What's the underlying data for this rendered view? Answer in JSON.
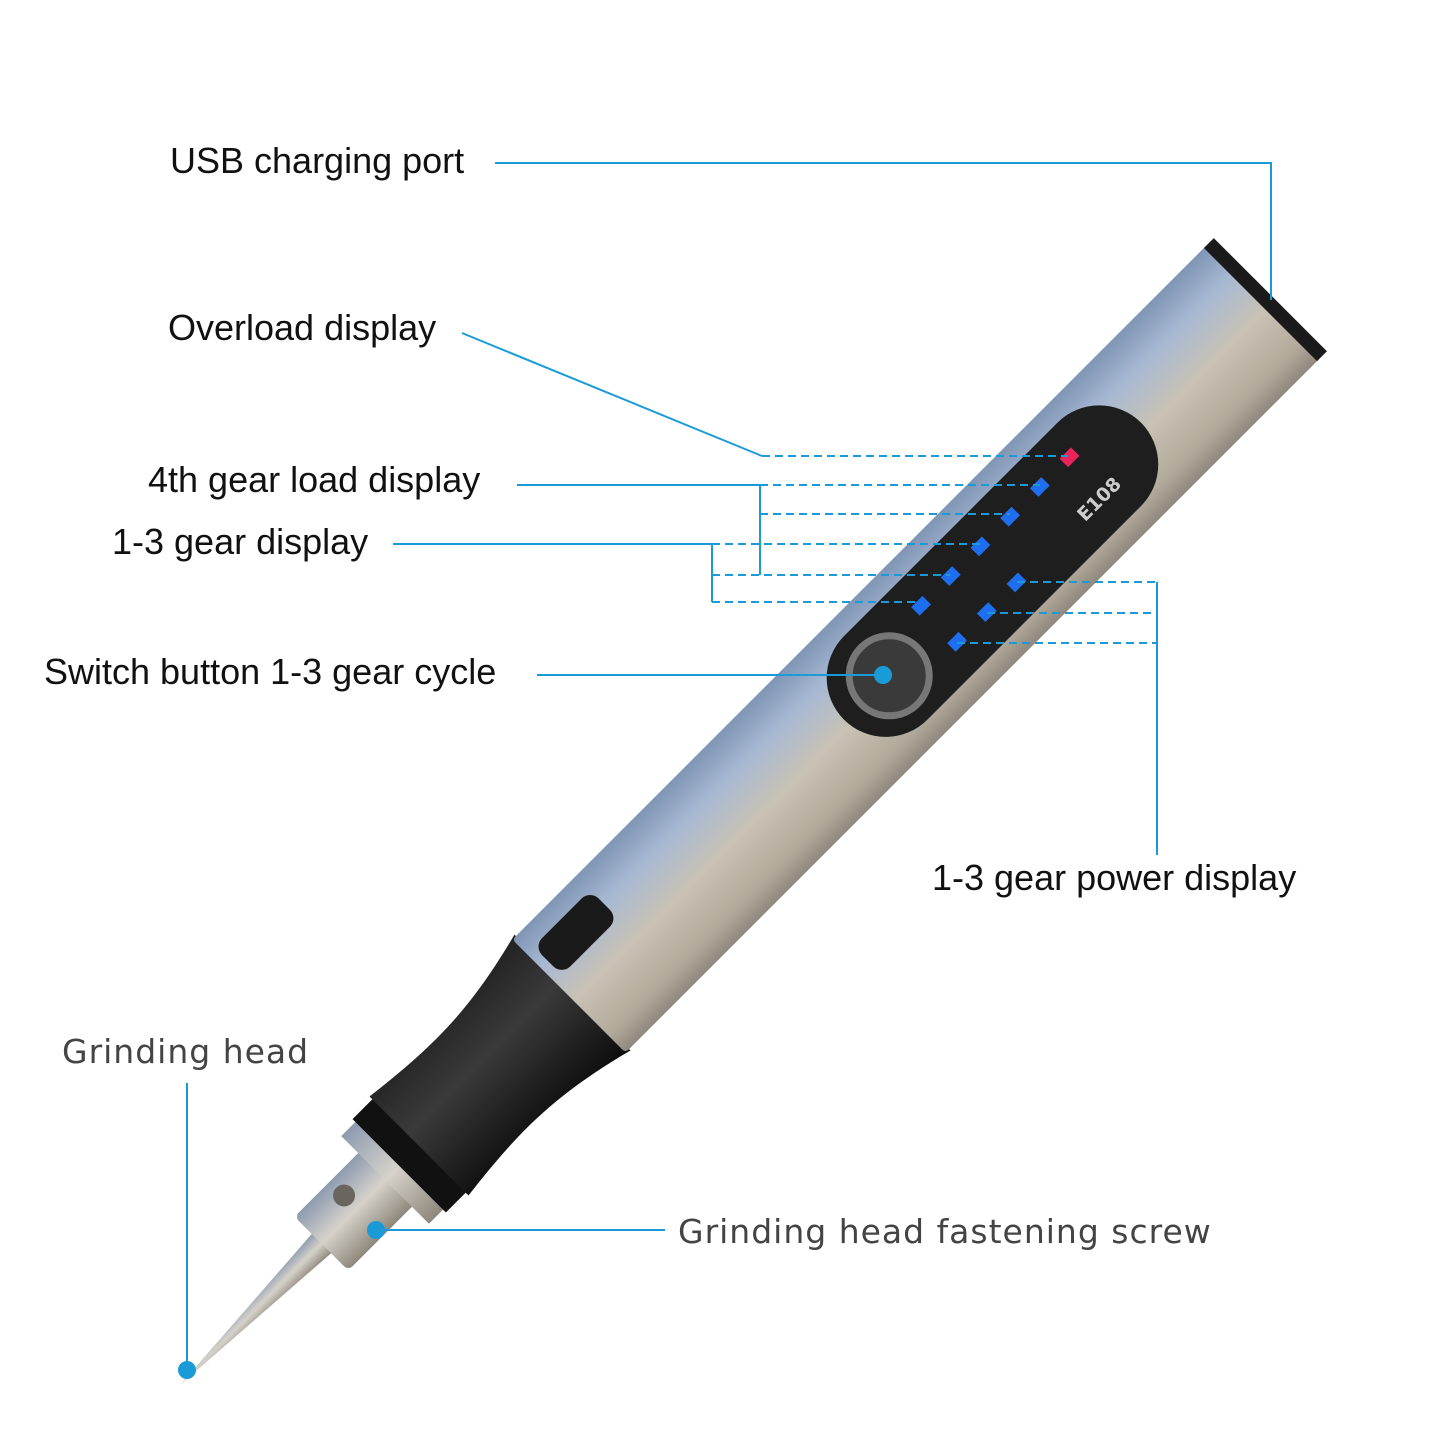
{
  "labels": {
    "usb": "USB charging port",
    "overload": "Overload display",
    "gear4": "4th gear load display",
    "gear13": "1-3 gear display",
    "switch": "Switch button 1-3 gear cycle",
    "power": "1-3 gear power display",
    "head": "Grinding head",
    "screw": "Grinding head fastening screw"
  },
  "device": {
    "model": "E108"
  },
  "colors": {
    "leader": "#1a9bd7",
    "led_blue": "#1e6ff0",
    "led_red": "#e8245a",
    "body": "#b8b4ac",
    "panel": "#1e1e1e"
  }
}
